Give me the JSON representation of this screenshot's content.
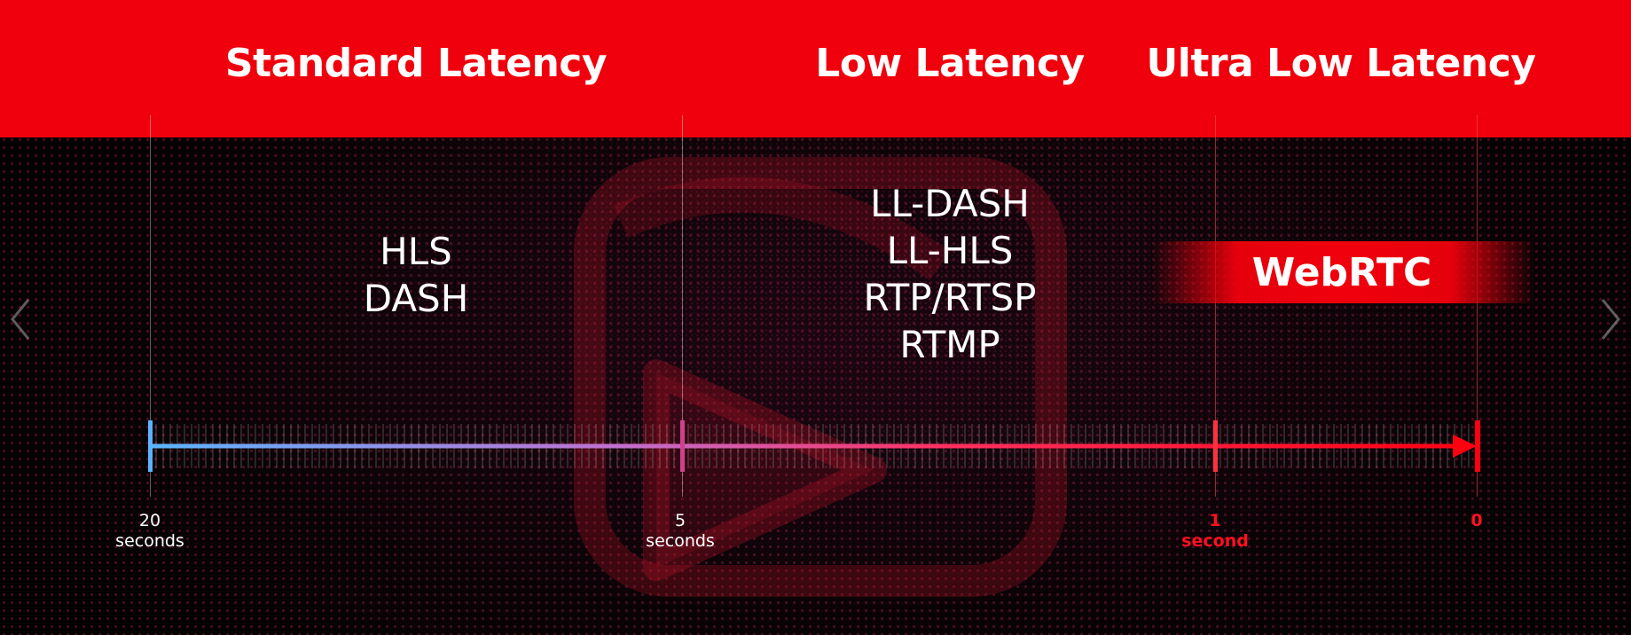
{
  "header": {
    "standard": "Standard Latency",
    "low": "Low Latency",
    "ultra": "Ultra Low Latency"
  },
  "standard_protocols": [
    "HLS",
    "DASH"
  ],
  "low_protocols": [
    "LL-DASH",
    "LL-HLS",
    "RTP/RTSP",
    "RTMP"
  ],
  "ultra_protocols": [
    "WebRTC"
  ],
  "timeline": {
    "markers": [
      {
        "value": "20",
        "unit": "seconds"
      },
      {
        "value": "5",
        "unit": "seconds"
      },
      {
        "value": "1",
        "unit": "second"
      },
      {
        "value": "0",
        "unit": ""
      }
    ]
  },
  "colors": {
    "brand_red": "#f0000c",
    "timeline_start": "#5ab4ff",
    "timeline_end": "#ff0010",
    "highlight_text": "#ff1020"
  },
  "icons": {
    "prev": "chevron-left-icon",
    "next": "chevron-right-icon",
    "background": "play-logo-icon"
  }
}
